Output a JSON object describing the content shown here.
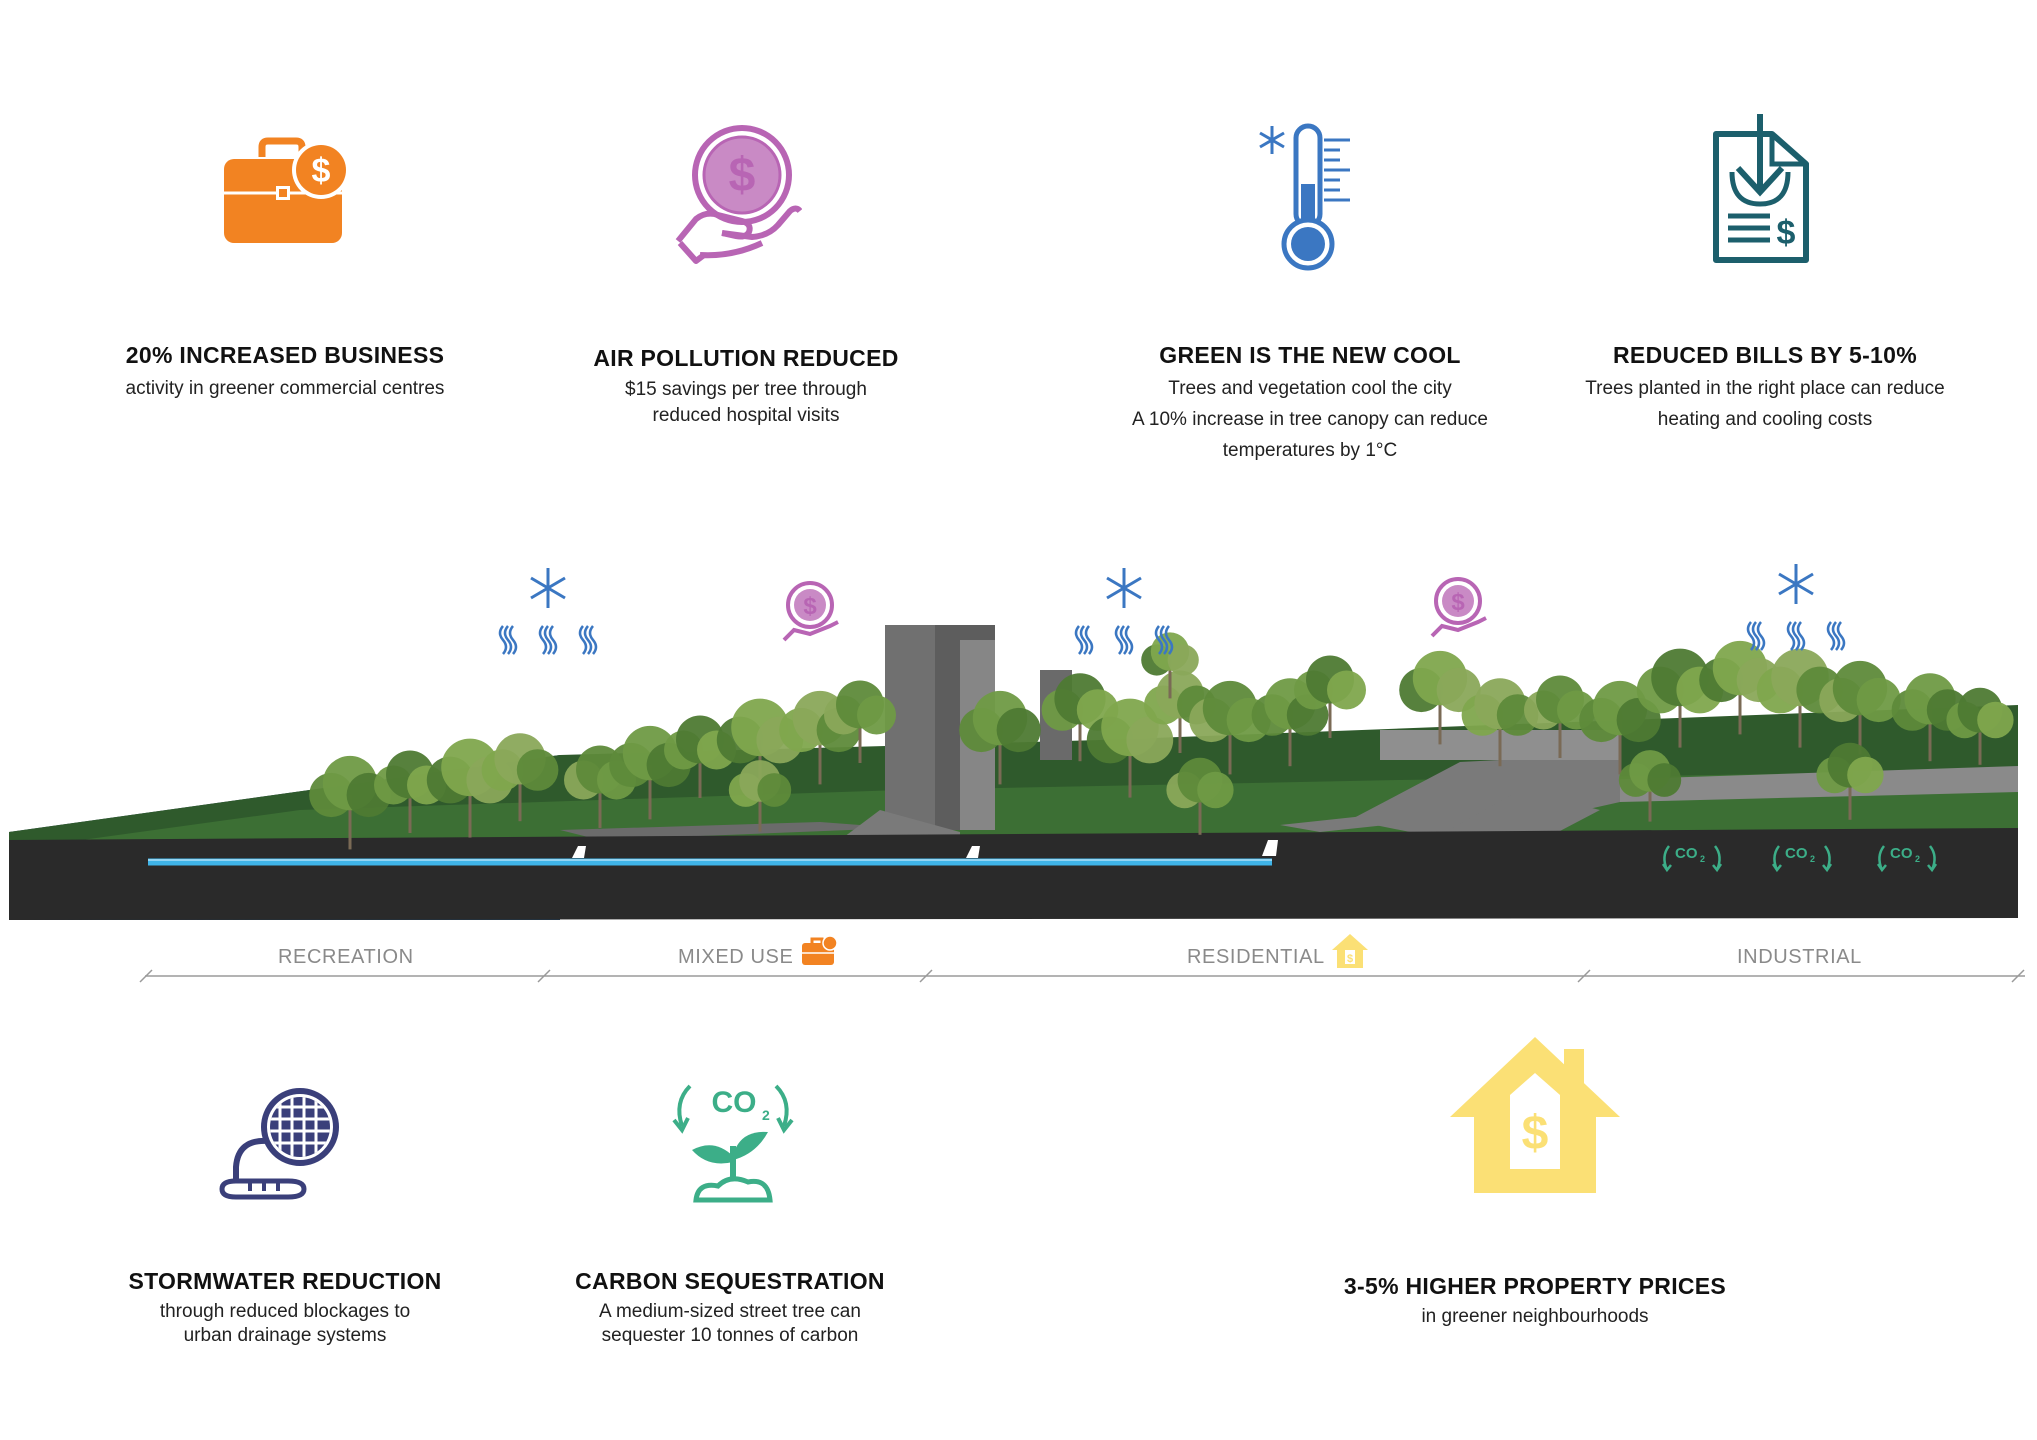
{
  "colors": {
    "business": "#f28322",
    "pollution": "#b865b4",
    "cooling": "#3b77c2",
    "bills": "#1c5f6c",
    "stormwater": "#3a3f7a",
    "carbon": "#3cae88",
    "property": "#fbe075",
    "water": "#3fb4e8",
    "ground": "#2a2a2a",
    "axis": "#9a9a9a"
  },
  "benefits": {
    "business": {
      "icon": "briefcase-dollar-icon",
      "title": "20% INCREASED BUSINESS",
      "desc": [
        "activity in greener commercial centres"
      ]
    },
    "pollution": {
      "icon": "hand-dollar-icon",
      "title": "AIR POLLUTION REDUCED",
      "desc": [
        "$15 savings per tree through",
        "reduced hospital visits"
      ]
    },
    "cool": {
      "icon": "thermometer-snowflake-icon",
      "title": "GREEN IS THE NEW COOL",
      "desc": [
        "Trees and vegetation cool the city",
        "A 10% increase in tree canopy can reduce",
        "temperatures by 1°C"
      ]
    },
    "bills": {
      "icon": "bill-document-icon",
      "title": "REDUCED BILLS BY 5-10%",
      "desc": [
        "Trees planted in the right place can reduce",
        "heating and cooling costs"
      ]
    },
    "stormwater": {
      "icon": "drain-grate-icon",
      "title": "STORMWATER REDUCTION",
      "desc": [
        "through reduced blockages to",
        "urban drainage systems"
      ]
    },
    "carbon": {
      "icon": "co2-sprout-icon",
      "title": "CARBON SEQUESTRATION",
      "desc": [
        "A medium-sized street tree can",
        "sequester 10 tonnes of carbon"
      ]
    },
    "property": {
      "icon": "house-dollar-icon",
      "title": "3-5% HIGHER PROPERTY PRICES",
      "desc": [
        "in greener neighbourhoods"
      ]
    }
  },
  "zones": {
    "recreation": "RECREATION",
    "mixed_use": "MIXED USE",
    "residential": "RESIDENTIAL",
    "industrial": "INDUSTRIAL"
  },
  "scene": {
    "co2_label": "CO",
    "co2_sub": "2"
  }
}
